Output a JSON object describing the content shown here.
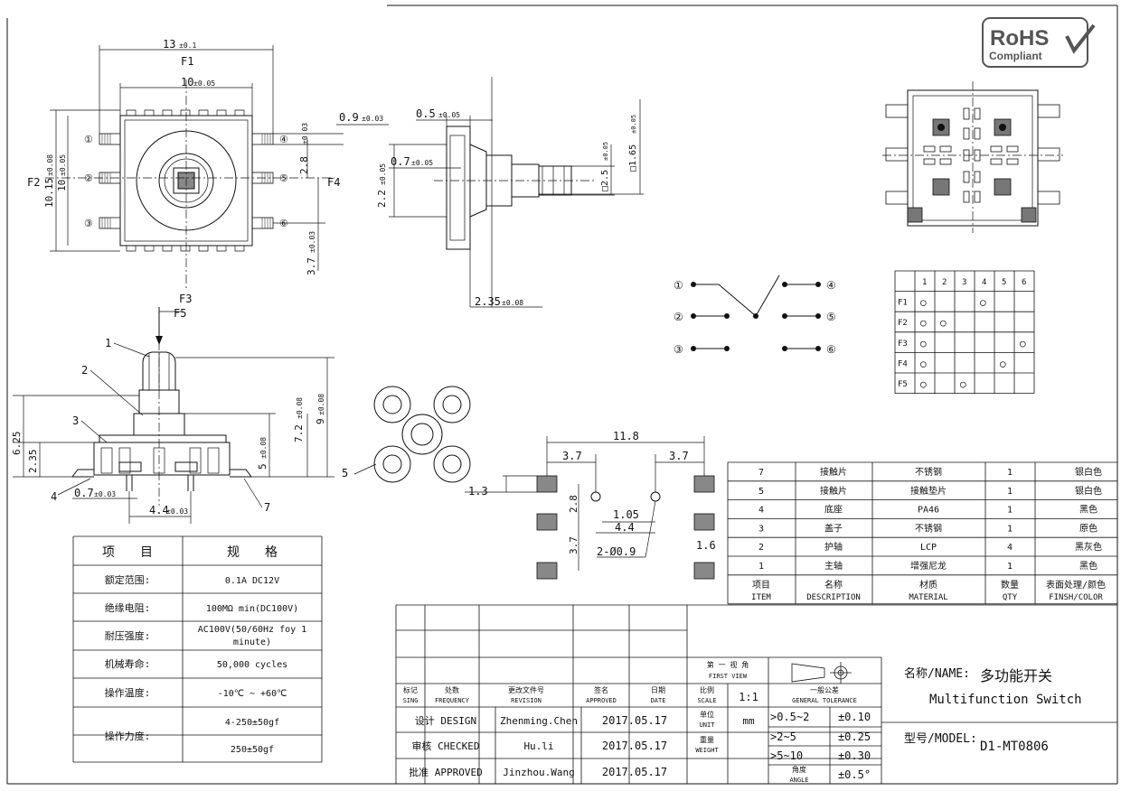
{
  "rohs": {
    "line1": "RoHS",
    "line2": "Compliant"
  },
  "top_view": {
    "width_label": "13",
    "width_tol": "±0.1",
    "face_top": "F1",
    "face_bottom": "F3",
    "face_left": "F2",
    "face_right": "F4",
    "inner_width_label": "10",
    "inner_width_tol": "±0.05",
    "height_label": "10.15",
    "height_tol": "±0.08",
    "inner_height_label": "10",
    "inner_height_tol": "±0.05",
    "pin_w_label": "0.9",
    "pin_w_tol": "±0.03",
    "pitch_label": "2.8",
    "pitch_tol": "±0.03",
    "span_label": "3.7",
    "span_tol": "±0.03",
    "pins_left": [
      "①",
      "②",
      "③"
    ],
    "pins_right": [
      "④",
      "⑤",
      "⑥"
    ]
  },
  "side_view": {
    "top_label": "0.5",
    "top_tol": "±0.05",
    "mid_label": "0.7",
    "mid_tol": "±0.05",
    "h_label": "2.2",
    "h_tol": "±0.05",
    "shaft_label": "□2.5",
    "shaft_tol": "±0.05",
    "tip_label": "□1.65",
    "tip_tol": "±0.05",
    "base_label": "2.35",
    "base_tol": "±0.08"
  },
  "front_view": {
    "force_label": "F5",
    "parts": [
      "1",
      "2",
      "3",
      "4",
      "5",
      "7"
    ],
    "h1_label": "6.25",
    "h2_label": "2.35",
    "h3_label": "7.2",
    "h3_tol": "±0.08",
    "h4_label": "9",
    "h4_tol": "±0.08",
    "h5_label": "5",
    "h5_tol": "±0.08",
    "pin_label": "0.7",
    "pin_tol": "±0.03",
    "pitch_label": "4.4",
    "pitch_tol": "±0.03"
  },
  "pcb": {
    "w_label": "11.8",
    "a_label": "3.7",
    "b_label": "3.7",
    "c_label": "1.3",
    "d_label": "2.8",
    "e_label": "1.05",
    "f_label": "4.4",
    "g_label": "3.7",
    "hole_label": "2-Ø0.9",
    "pad_label": "1.6"
  },
  "circuit": {
    "left": [
      "①",
      "②",
      "③"
    ],
    "right": [
      "④",
      "⑤",
      "⑥"
    ]
  },
  "truth_table": {
    "cols": [
      "1",
      "2",
      "3",
      "4",
      "5",
      "6"
    ],
    "rows": [
      {
        "label": "F1",
        "on": [
          1,
          4
        ]
      },
      {
        "label": "F2",
        "on": [
          1,
          2
        ]
      },
      {
        "label": "F3",
        "on": [
          1,
          6
        ]
      },
      {
        "label": "F4",
        "on": [
          1,
          5
        ]
      },
      {
        "label": "F5",
        "on": [
          1,
          3
        ]
      }
    ],
    "mark": "○"
  },
  "spec_table": {
    "header": [
      "项　　目",
      "规　　格"
    ],
    "rows": [
      [
        "额定范围:",
        "0.1A DC12V"
      ],
      [
        "绝缘电阻:",
        "100MΩ min(DC100V)"
      ],
      [
        "耐压强度:",
        "AC100V(50/60Hz foy 1",
        "minute)"
      ],
      [
        "机械寿命:",
        "50,000 cycles"
      ],
      [
        "操作温度:",
        "-10℃ ~ +60℃"
      ],
      [
        "操作力度:",
        "4-250±50gf",
        "250±50gf"
      ]
    ]
  },
  "bom": {
    "rows": [
      [
        "7",
        "接触片",
        "不锈钢",
        "1",
        "银白色"
      ],
      [
        "5",
        "接触片",
        "接触垫片",
        "1",
        "银白色"
      ],
      [
        "4",
        "底座",
        "PA46",
        "1",
        "黑色"
      ],
      [
        "3",
        "盖子",
        "不锈钢",
        "1",
        "原色"
      ],
      [
        "2",
        "护轴",
        "LCP",
        "4",
        "黑灰色"
      ],
      [
        "1",
        "主轴",
        "增强尼龙",
        "1",
        "黑色"
      ]
    ],
    "header_cn": [
      "项目",
      "名称",
      "材质",
      "数量",
      "表面处理/颜色"
    ],
    "header_en": [
      "ITEM",
      "DESCRIPTION",
      "MATERIAL",
      "QTY",
      "FINSH/COLOR"
    ]
  },
  "title_block": {
    "rev_headers": [
      [
        "标记",
        "SING"
      ],
      [
        "处数",
        "FREQUENCY"
      ],
      [
        "更改文件号",
        "REVISION"
      ],
      [
        "签名",
        "APPROVED"
      ],
      [
        "日期",
        "DATE"
      ],
      [
        "比例",
        "SCALE"
      ]
    ],
    "scale": "1:1",
    "first_view_cn": "第 一 视 角",
    "first_view_en": "FIRST VIEW",
    "tol_cn": "一般公差",
    "tol_en": "GENERAL TOLERANCE",
    "unit_cn": "单位",
    "unit_en": "UNIT",
    "unit": "mm",
    "weight_cn": "重量",
    "weight_en": "WEIGHT",
    "angle_cn": "角度",
    "angle_en": "ANGLE",
    "sign_rows": [
      {
        "role": "设计 DESIGN",
        "name": "Zhenming.Chen",
        "date": "2017.05.17"
      },
      {
        "role": "审核 CHECKED",
        "name": "Hu.li",
        "date": "2017.05.17"
      },
      {
        "role": "批准 APPROVED",
        "name": "Jinzhou.Wang",
        "date": "2017.05.17"
      }
    ],
    "tolerances": [
      {
        "range": ">0.5~2",
        "tol": "±0.10"
      },
      {
        "range": ">2~5",
        "tol": "±0.25"
      },
      {
        "range": ">5~10",
        "tol": "±0.30"
      },
      {
        "range": "",
        "tol": "±0.5°"
      }
    ],
    "name_label": "名称/NAME:",
    "name_cn": "多功能开关",
    "name_en": "Multifunction Switch",
    "model_label": "型号/MODEL:",
    "model": "D1-MT0806"
  }
}
